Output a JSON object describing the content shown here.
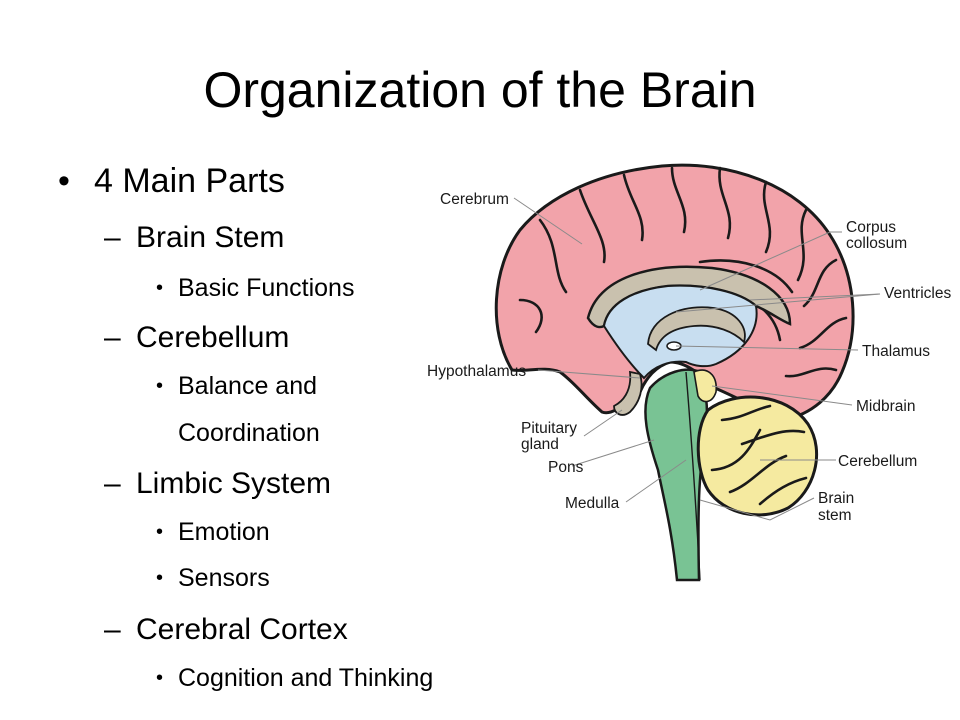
{
  "slide": {
    "title": "Organization of the Brain",
    "bullets": {
      "main": "4 Main Parts",
      "brain_stem": "Brain Stem",
      "brain_stem_sub": "Basic Functions",
      "cerebellum": "Cerebellum",
      "cerebellum_sub_line1": "Balance and",
      "cerebellum_sub_line2": "Coordination",
      "limbic": "Limbic System",
      "limbic_sub1": "Emotion",
      "limbic_sub2": "Sensors",
      "cortex": "Cerebral Cortex",
      "cortex_sub": "Cognition and Thinking"
    },
    "markers": {
      "bullet": "•",
      "dash": "–"
    }
  },
  "diagram": {
    "labels": {
      "cerebrum": "Cerebrum",
      "corpus_line1": "Corpus",
      "corpus_line2": "collosum",
      "ventricles": "Ventricles",
      "thalamus": "Thalamus",
      "hypothalamus": "Hypothalamus",
      "midbrain": "Midbrain",
      "pituitary_line1": "Pituitary",
      "pituitary_line2": "gland",
      "cerebellum": "Cerebellum",
      "pons": "Pons",
      "medulla": "Medulla",
      "brainstem_line1": "Brain",
      "brainstem_line2": "stem"
    },
    "colors": {
      "cerebrum": "#f2a3aa",
      "corpus_callosum": "#c9c1ae",
      "ventricles": "#c8def0",
      "brain_stem": "#79c394",
      "cerebellum": "#f5eaa0",
      "outline": "#1a1a1a"
    }
  }
}
